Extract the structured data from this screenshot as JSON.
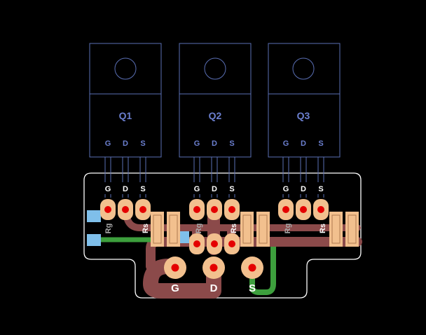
{
  "colors": {
    "background": "#000000",
    "outline": "#5a6fb5",
    "label_blue": "#6b7fcf",
    "board_edge": "#ffffff",
    "pad": "#f2c08e",
    "pad_dot": "#e40000",
    "trace_brown": "#8b4a4a",
    "trace_green": "#3d9f3d",
    "smd_blue": "#7fbfea",
    "silk": "#ffffff",
    "silk_dim": "#aaaaaa"
  },
  "transistors": [
    {
      "name": "Q1",
      "pins": [
        "G",
        "D",
        "S"
      ]
    },
    {
      "name": "Q2",
      "pins": [
        "G",
        "D",
        "S"
      ]
    },
    {
      "name": "Q3",
      "pins": [
        "G",
        "D",
        "S"
      ]
    }
  ],
  "board_pin_labels": [
    "G",
    "D",
    "S"
  ],
  "resistor_labels": {
    "gate": "Rg",
    "source": "Rs"
  },
  "connector_labels": [
    "G",
    "D",
    "S"
  ]
}
